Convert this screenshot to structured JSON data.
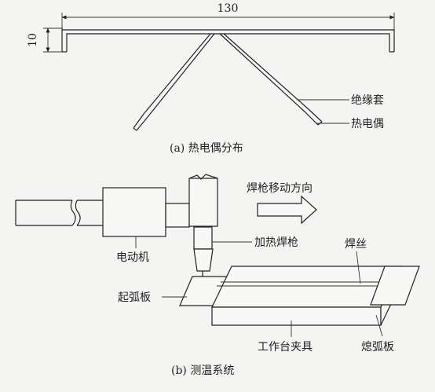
{
  "part_a": {
    "dimension_length": "130",
    "dimension_height": "10",
    "label_insulation_sleeve": "绝缘套",
    "label_thermocouple": "热电偶",
    "caption": "(a) 热电偶分布"
  },
  "part_b": {
    "label_torch_direction": "焊枪移动方向",
    "label_motor": "电动机",
    "label_heating_torch": "加热焊枪",
    "label_wire": "焊丝",
    "label_arc_start_plate": "起弧板",
    "label_fixture": "工作台夹具",
    "label_arc_end_plate": "熄弧板",
    "caption": "(b) 测温系统"
  }
}
